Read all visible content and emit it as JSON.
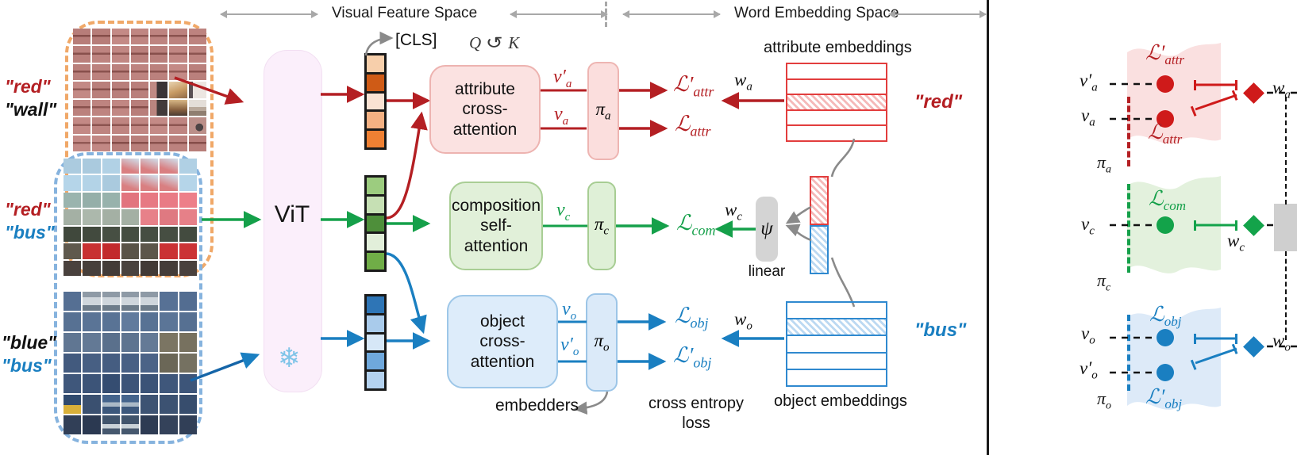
{
  "header": {
    "visual_space": "Visual Feature Space",
    "word_space": "Word Embedding Space"
  },
  "inputs": [
    {
      "attr": "\"red\"",
      "obj": "\"wall\"",
      "attr_color": "#b41f23",
      "obj_color": "#111111"
    },
    {
      "attr": "\"red\"",
      "obj": "\"bus\"",
      "attr_color": "#b41f23",
      "obj_color": "#1a7fc1"
    },
    {
      "attr": "\"blue\"",
      "obj": "\"bus\"",
      "attr_color": "#111111",
      "obj_color": "#1a7fc1"
    }
  ],
  "encoder": {
    "label": "ViT",
    "frozen_icon": "snowflake-icon"
  },
  "tokens": {
    "cls_label": "[CLS]",
    "qk_label": "Q ↻ K",
    "attr_colors": [
      "#f7cfab",
      "#cf5b16",
      "#fae2d3",
      "#f4b183",
      "#ef8033"
    ],
    "comp_colors": [
      "#9ccc7f",
      "#c6e0b4",
      "#4e8f3a",
      "#e2efda",
      "#70ad47"
    ],
    "obj_colors": [
      "#2e75b6",
      "#a9cbeb",
      "#d6e7f7",
      "#6fa8dc",
      "#b4d2ef"
    ]
  },
  "blocks": [
    {
      "name": "attribute cross-attention",
      "lines": [
        "attribute",
        "cross-",
        "attention"
      ],
      "pi": "πₐ",
      "out_top": "v′ₐ",
      "out_bot": "vₐ",
      "loss_top": "ℒ′attr",
      "loss_bot": "ℒattr",
      "color": "#b41f23"
    },
    {
      "name": "composition self-attention",
      "lines": [
        "composition",
        "self-",
        "attention"
      ],
      "pi": "π_c",
      "out_top": "v_c",
      "out_bot": "",
      "loss_top": "ℒcom",
      "loss_bot": "",
      "color": "#15a04a"
    },
    {
      "name": "object cross-attention",
      "lines": [
        "object",
        "cross-",
        "attention"
      ],
      "pi": "π_o",
      "out_top": "v_o",
      "out_bot": "v′_o",
      "loss_top": "ℒobj",
      "loss_bot": "ℒ′obj",
      "color": "#1a7fc1"
    }
  ],
  "annotations": {
    "embedders": "embedders",
    "cross_entropy": "cross entropy\nloss",
    "cross_entropy_l1": "cross entropy",
    "cross_entropy_l2": "loss",
    "linear": "linear",
    "psi": "ψ"
  },
  "word_space": {
    "attr_table_title": "attribute embeddings",
    "obj_table_title": "object embeddings",
    "attr_word": "\"red\"",
    "obj_word": "\"bus\"",
    "w_attr": "wₐ",
    "w_comp": "w_c",
    "w_obj": "w_o",
    "attr_rows": 5,
    "attr_highlight_index": 2,
    "obj_rows": 5,
    "obj_highlight_index": 1
  },
  "right_panel": {
    "manifolds": [
      {
        "name": "attribute-manifold",
        "color": "#b41f23",
        "fill": "#fae0e0",
        "axis_label": "πₐ",
        "points": [
          {
            "label": "v′ₐ",
            "shape": "circle"
          },
          {
            "label": "vₐ",
            "shape": "circle"
          }
        ],
        "target": {
          "label": "wₐ",
          "shape": "diamond"
        },
        "loss_top": "ℒ′attr",
        "loss_bot": "ℒattr"
      },
      {
        "name": "composition-manifold",
        "color": "#15a04a",
        "fill": "#e3f1dd",
        "axis_label": "π_c",
        "points": [
          {
            "label": "v_c",
            "shape": "circle"
          }
        ],
        "target": {
          "label": "w_c",
          "shape": "diamond"
        },
        "loss_top": "ℒcom",
        "loss_bot": ""
      },
      {
        "name": "object-manifold",
        "color": "#1a7fc1",
        "fill": "#ddeaf8",
        "axis_label": "π_o",
        "points": [
          {
            "label": "v_o",
            "shape": "circle"
          },
          {
            "label": "v′_o",
            "shape": "circle"
          }
        ],
        "target": {
          "label": "w_o",
          "shape": "diamond"
        },
        "loss_top": "ℒobj",
        "loss_bot": "ℒ′obj"
      }
    ]
  }
}
